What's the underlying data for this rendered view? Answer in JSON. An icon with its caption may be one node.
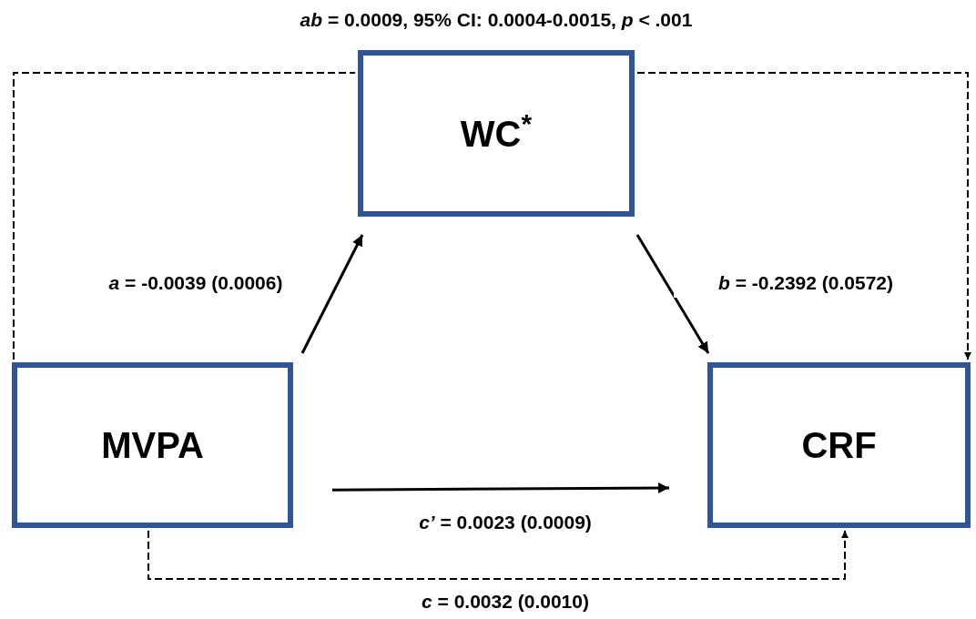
{
  "diagram": {
    "title": "*ab* = 0.0009, 95% CI: 0.0004-0.0015, *p* < .001",
    "nodes": [
      {
        "text": [
          "WC$^{*}$"
        ]
      },
      {
        "text": [
          "MVPA"
        ]
      },
      {
        "text": [
          "CRF"
        ]
      }
    ],
    "edges": [
      {
        "from": 1,
        "to": 0,
        "arrow": "to",
        "label": "*a* = -0.0039 (0.0006)"
      },
      {
        "from": 0,
        "to": 2,
        "arrow": "to",
        "label": "*b* = -0.2392 (0.0572)"
      },
      {
        "from": 1,
        "to": 2,
        "arrow": "to",
        "label": "*c’* = 0.0023 (0.0009)"
      },
      {
        "from": 1,
        "to": 2,
        "arrow": "to",
        "style": "dashed",
        "label": "*c* = 0.0032 (0.0010)"
      },
      {
        "from": 1,
        "to": 0,
        "arrow": "none",
        "style": "dashed"
      },
      {
        "from": 0,
        "to": 2,
        "arrow": "to",
        "style": "dashed"
      }
    ]
  }
}
